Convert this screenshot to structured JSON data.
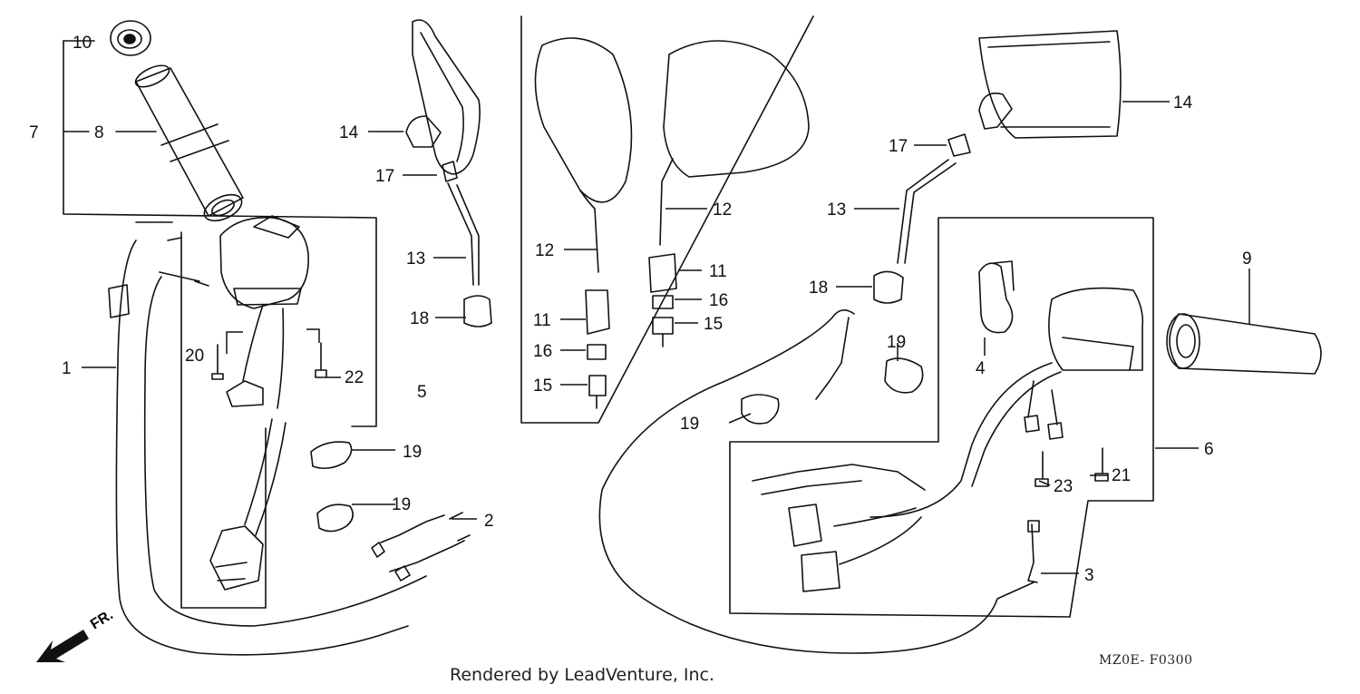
{
  "diagram": {
    "footer": {
      "credit": "Rendered by LeadVenture, Inc.",
      "code": "MZ0E- F0300"
    },
    "direction": "FR.",
    "callouts": [
      {
        "id": "c10a",
        "text": "10"
      },
      {
        "id": "c7",
        "text": "7"
      },
      {
        "id": "c8",
        "text": "8"
      },
      {
        "id": "c1",
        "text": "1"
      },
      {
        "id": "c20",
        "text": "20"
      },
      {
        "id": "c22",
        "text": "22"
      },
      {
        "id": "c5",
        "text": "5"
      },
      {
        "id": "c19a",
        "text": "19"
      },
      {
        "id": "c19b",
        "text": "19"
      },
      {
        "id": "c2",
        "text": "2"
      },
      {
        "id": "c14a",
        "text": "14"
      },
      {
        "id": "c17a",
        "text": "17"
      },
      {
        "id": "c13a",
        "text": "13"
      },
      {
        "id": "c18a",
        "text": "18"
      },
      {
        "id": "c12a",
        "text": "12"
      },
      {
        "id": "c11a",
        "text": "11"
      },
      {
        "id": "c16a",
        "text": "16"
      },
      {
        "id": "c15a",
        "text": "15"
      },
      {
        "id": "c12b",
        "text": "12"
      },
      {
        "id": "c11b",
        "text": "11"
      },
      {
        "id": "c16b",
        "text": "16"
      },
      {
        "id": "c15b",
        "text": "15"
      },
      {
        "id": "c14b",
        "text": "14"
      },
      {
        "id": "c17b",
        "text": "17"
      },
      {
        "id": "c13b",
        "text": "13"
      },
      {
        "id": "c18b",
        "text": "18"
      },
      {
        "id": "c19c",
        "text": "19"
      },
      {
        "id": "c19d",
        "text": "19"
      },
      {
        "id": "c4",
        "text": "4"
      },
      {
        "id": "c9",
        "text": "9"
      },
      {
        "id": "c6",
        "text": "6"
      },
      {
        "id": "c21",
        "text": "21"
      },
      {
        "id": "c23",
        "text": "23"
      },
      {
        "id": "c3",
        "text": "3"
      }
    ]
  }
}
